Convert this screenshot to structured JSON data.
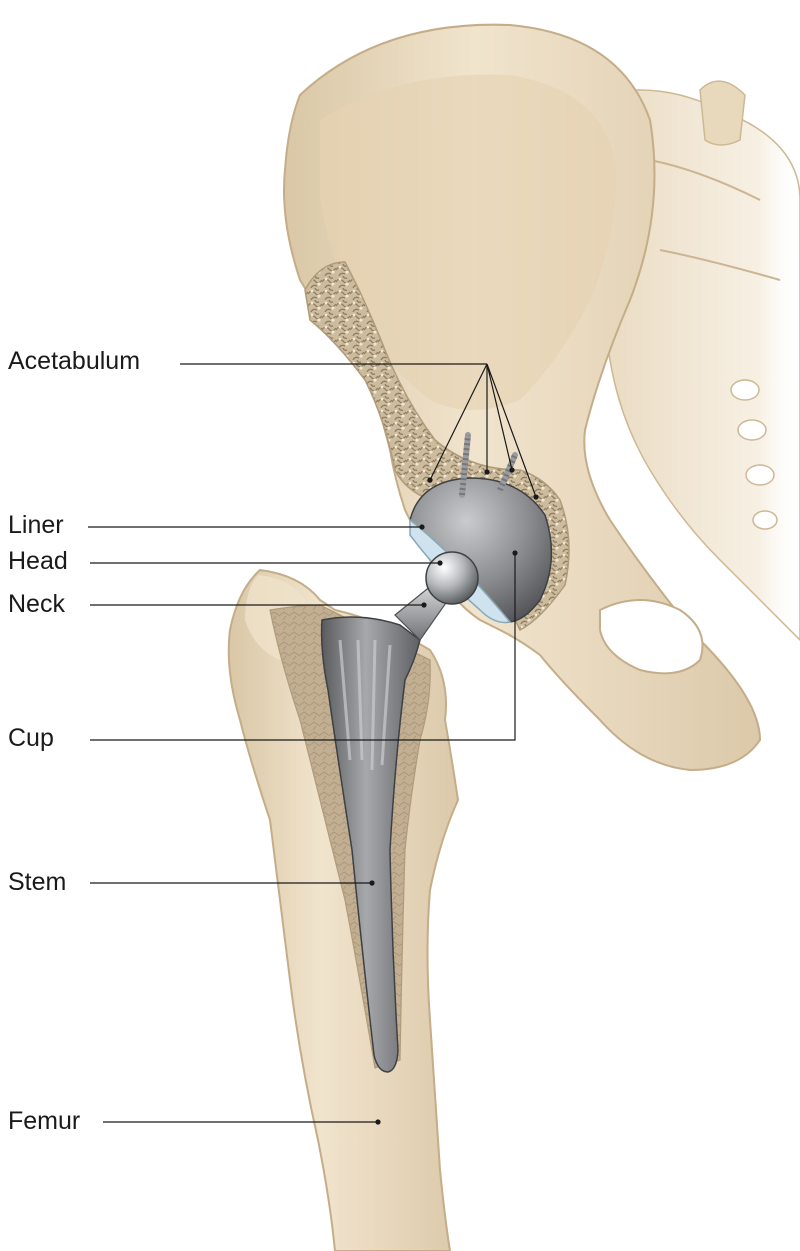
{
  "labels": {
    "acetabulum": "Acetabulum",
    "liner": "Liner",
    "head": "Head",
    "neck": "Neck",
    "cup": "Cup",
    "stem": "Stem",
    "femur": "Femur"
  },
  "colors": {
    "bone": "#ecdcc2",
    "bone_shadow": "#d8c5a4",
    "cancellous": "#a49379",
    "implant_metal": "#7b7d80",
    "cup_metal": "#8a8c8f",
    "liner": "#cfe3ee",
    "leader_line": "#1a1a1a"
  }
}
